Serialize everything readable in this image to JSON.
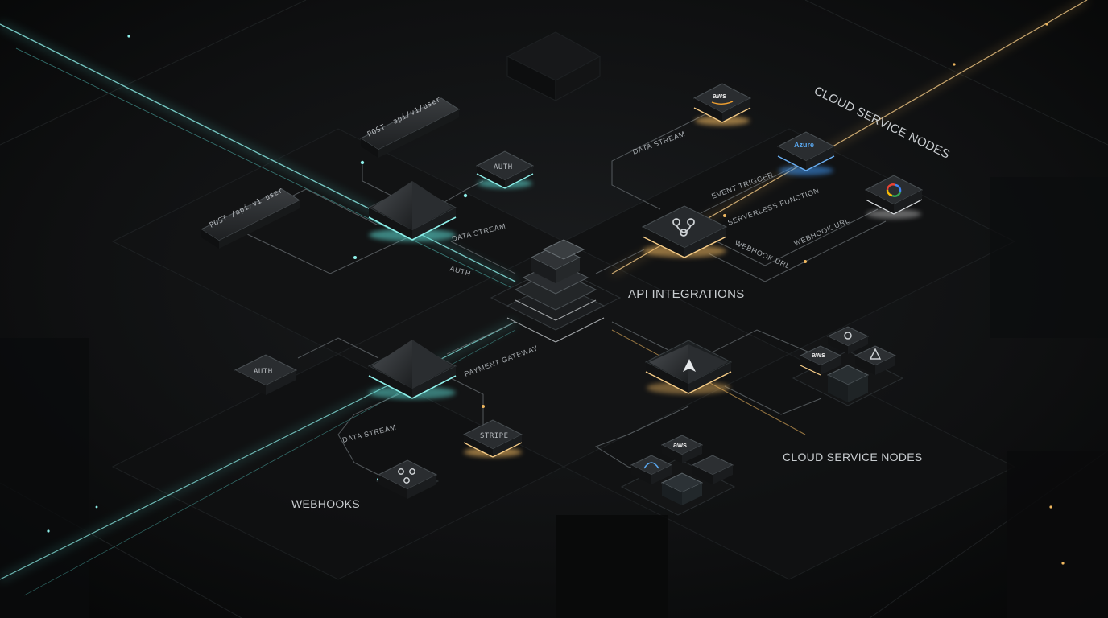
{
  "labels": {
    "api_integrations": "API INTEGRATIONS",
    "webhooks": "WEBHOOKS",
    "cloud_nodes_bottom": "CLOUD SERVICE NODES",
    "cloud_nodes_top": "CLOUD SERVICE NODES"
  },
  "chips": {
    "post_top": "POST /api/v1/user",
    "post_left": "POST /api/v1/user",
    "auth_top": "AUTH",
    "auth_left": "AUTH",
    "stripe": "STRIPE"
  },
  "line_labels": {
    "data_stream_top": "DATA STREAM",
    "event_trigger": "EVENT TRIGGER",
    "serverless_function": "SERVERLESS FUNCTION",
    "webhook_url_1": "WEBHOOK URL",
    "webhook_url_2": "WEBHOOK URL",
    "data_stream_mid": "DATA STREAM",
    "auth_mid": "AUTH",
    "payment_gateway": "PAYMENT GATEWAY",
    "data_stream_bottom": "DATA STREAM"
  },
  "brands": {
    "aws_top": "aws",
    "azure": "Azure",
    "aws_cluster_right": "aws",
    "aws_cluster_bottom": "aws"
  },
  "colors": {
    "background": "#0b0c0d",
    "teal_glow": "#5fe0d8",
    "amber_glow": "#f0b860",
    "azure_blue": "#3a8ee6",
    "line_gray": "#5a6064"
  }
}
